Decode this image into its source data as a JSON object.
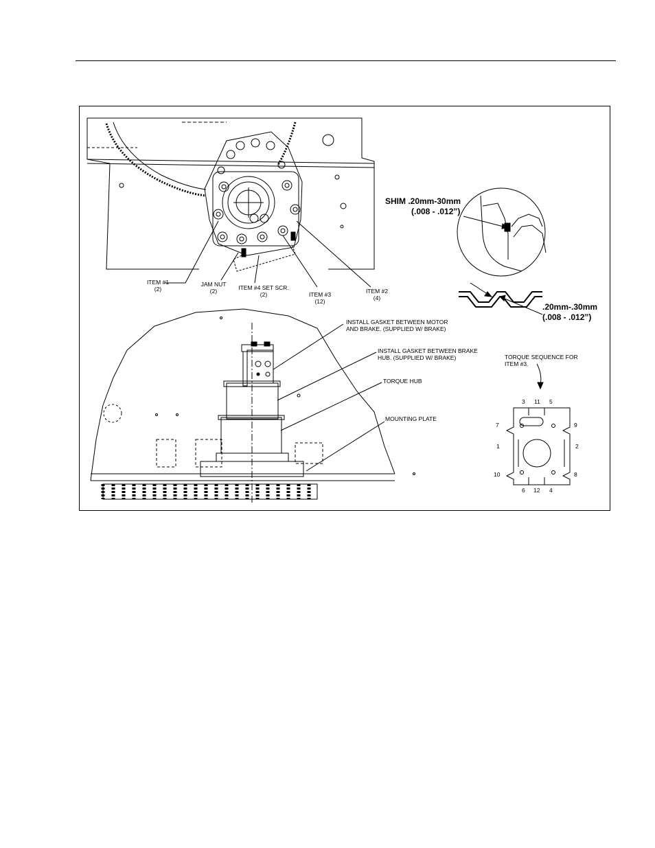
{
  "labels": {
    "item1": "ITEM #1",
    "item1_qty": "(2)",
    "jam_nut": "JAM NUT",
    "jam_nut_qty": "(2)",
    "item4": "ITEM #4 SET SCR.",
    "item4_qty": "(2)",
    "item3": "ITEM #3",
    "item3_qty": "(12)",
    "item2": "ITEM #2",
    "item2_qty": "(4)",
    "gasket_motor_l1": "INSTALL GASKET BETWEEN MOTOR",
    "gasket_motor_l2": "AND BRAKE. (SUPPLIED W/ BRAKE)",
    "gasket_hub_l1": "INSTALL GASKET BETWEEN BRAKE",
    "gasket_hub_l2": "HUB. (SUPPLIED W/ BRAKE)",
    "torque_hub": "TORQUE HUB",
    "mounting_plate": "MOUNTING PLATE",
    "torque_seq_l1": "TORQUE SEQUENCE FOR",
    "torque_seq_l2": "ITEM #3."
  },
  "shim": {
    "line1": "SHIM  .20mm-30mm",
    "line2": "(.008 - .012”)",
    "gap_line1": ".20mm-.30mm",
    "gap_line2": "(.008 - .012”)"
  },
  "torque_sequence": [
    "3",
    "11",
    "5",
    "7",
    "9",
    "1",
    "2",
    "10",
    "8",
    "6",
    "12",
    "4"
  ]
}
